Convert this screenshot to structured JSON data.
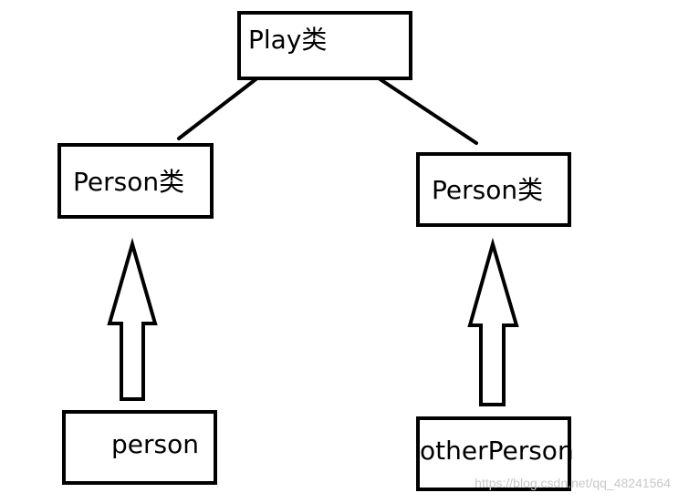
{
  "nodes": {
    "play": "Play类",
    "person_left": "Person类",
    "person_right": "Person类",
    "person_instance": "person",
    "other_person_instance": "otherPerson"
  },
  "watermark": "https://blog.csdn.net/qq_48241564"
}
